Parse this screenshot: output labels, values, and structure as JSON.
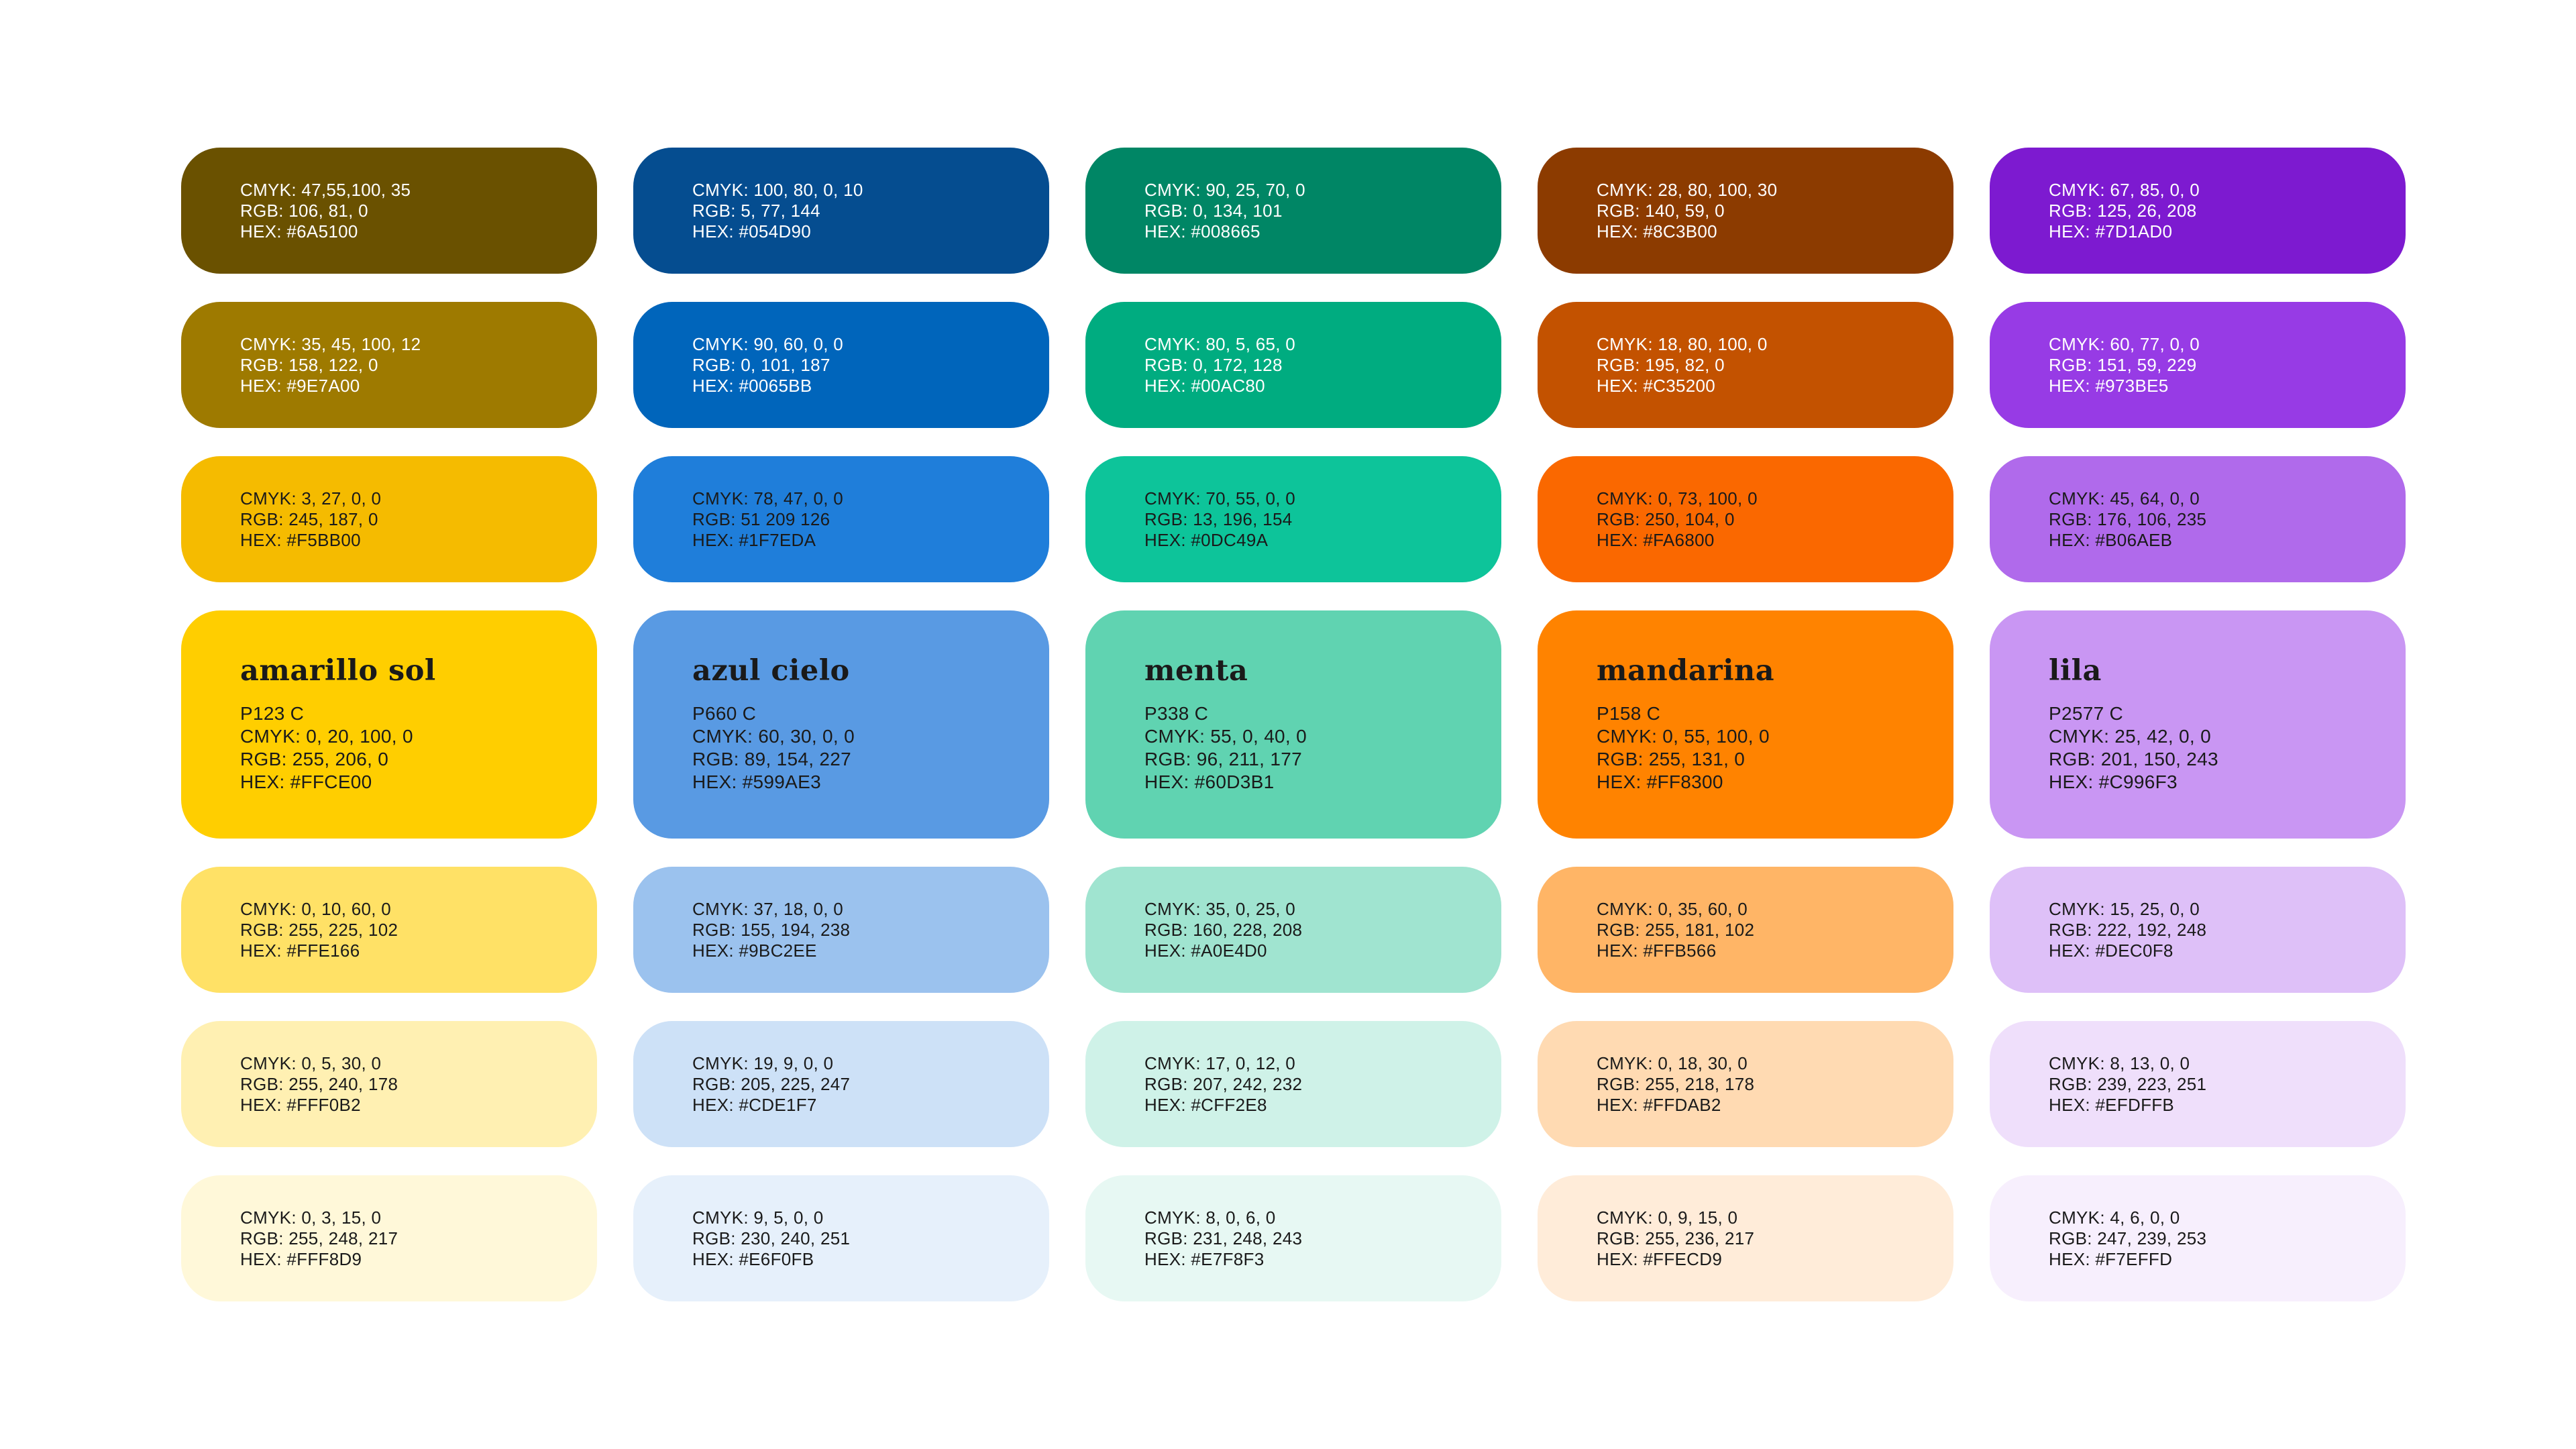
{
  "page": {
    "background": "#FFFFFF"
  },
  "palette": {
    "columns": [
      {
        "name": "amarillo sol",
        "shades": [
          {
            "cmyk": "CMYK: 47,55,100, 35",
            "rgb": "RGB: 106, 81, 0",
            "hex": "HEX: #6A5100",
            "bg": "#6A5100",
            "fg": "#FFFFFF"
          },
          {
            "cmyk": "CMYK: 35, 45, 100, 12",
            "rgb": "RGB: 158, 122, 0",
            "hex": "HEX: #9E7A00",
            "bg": "#9E7A00",
            "fg": "#FFFFFF"
          },
          {
            "cmyk": "CMYK: 3, 27, 0, 0",
            "rgb": "RGB: 245, 187, 0",
            "hex": "HEX: #F5BB00",
            "bg": "#F5BB00",
            "fg": "#1A1A1A"
          }
        ],
        "main": {
          "pantone": "P123 C",
          "cmyk": "CMYK: 0, 20, 100, 0",
          "rgb": "RGB: 255, 206, 0",
          "hex": "HEX: #FFCE00",
          "bg": "#FFCE00",
          "fg": "#1A1A1A"
        },
        "tints": [
          {
            "cmyk": "CMYK: 0, 10, 60, 0",
            "rgb": "RGB: 255, 225, 102",
            "hex": "HEX: #FFE166",
            "bg": "#FFE166",
            "fg": "#1A1A1A"
          },
          {
            "cmyk": "CMYK: 0, 5, 30, 0",
            "rgb": "RGB: 255, 240, 178",
            "hex": "HEX: #FFF0B2",
            "bg": "#FFF0B2",
            "fg": "#1A1A1A"
          },
          {
            "cmyk": "CMYK: 0, 3, 15, 0",
            "rgb": "RGB: 255, 248, 217",
            "hex": "HEX: #FFF8D9",
            "bg": "#FFF8D9",
            "fg": "#1A1A1A"
          }
        ]
      },
      {
        "name": "azul cielo",
        "shades": [
          {
            "cmyk": "CMYK: 100, 80, 0, 10",
            "rgb": "RGB: 5, 77, 144",
            "hex": "HEX: #054D90",
            "bg": "#054D90",
            "fg": "#FFFFFF"
          },
          {
            "cmyk": "CMYK: 90, 60, 0, 0",
            "rgb": "RGB: 0, 101, 187",
            "hex": "HEX: #0065BB",
            "bg": "#0065BB",
            "fg": "#FFFFFF"
          },
          {
            "cmyk": "CMYK: 78, 47, 0, 0",
            "rgb": "RGB: 51 209 126",
            "hex": "HEX: #1F7EDA",
            "bg": "#1F7EDA",
            "fg": "#1A1A1A"
          }
        ],
        "main": {
          "pantone": "P660 C",
          "cmyk": "CMYK: 60, 30, 0, 0",
          "rgb": "RGB: 89, 154, 227",
          "hex": "HEX: #599AE3",
          "bg": "#599AE3",
          "fg": "#1A1A1A"
        },
        "tints": [
          {
            "cmyk": "CMYK: 37, 18, 0, 0",
            "rgb": "RGB: 155, 194, 238",
            "hex": "HEX: #9BC2EE",
            "bg": "#9BC2EE",
            "fg": "#1A1A1A"
          },
          {
            "cmyk": "CMYK: 19, 9, 0, 0",
            "rgb": "RGB: 205, 225, 247",
            "hex": "HEX: #CDE1F7",
            "bg": "#CDE1F7",
            "fg": "#1A1A1A"
          },
          {
            "cmyk": "CMYK: 9, 5, 0, 0",
            "rgb": "RGB: 230, 240, 251",
            "hex": "HEX: #E6F0FB",
            "bg": "#E6F0FB",
            "fg": "#1A1A1A"
          }
        ]
      },
      {
        "name": "menta",
        "shades": [
          {
            "cmyk": "CMYK: 90, 25, 70, 0",
            "rgb": "RGB: 0, 134, 101",
            "hex": "HEX: #008665",
            "bg": "#008665",
            "fg": "#FFFFFF"
          },
          {
            "cmyk": "CMYK: 80, 5, 65, 0",
            "rgb": "RGB: 0, 172, 128",
            "hex": "HEX: #00AC80",
            "bg": "#00AC80",
            "fg": "#FFFFFF"
          },
          {
            "cmyk": "CMYK: 70, 55, 0, 0",
            "rgb": "RGB: 13, 196, 154",
            "hex": "HEX: #0DC49A",
            "bg": "#0DC49A",
            "fg": "#1A1A1A"
          }
        ],
        "main": {
          "pantone": "P338 C",
          "cmyk": "CMYK: 55, 0, 40, 0",
          "rgb": "RGB: 96, 211, 177",
          "hex": "HEX: #60D3B1",
          "bg": "#60D3B1",
          "fg": "#1A1A1A"
        },
        "tints": [
          {
            "cmyk": "CMYK: 35, 0, 25, 0",
            "rgb": "RGB: 160, 228, 208",
            "hex": "HEX: #A0E4D0",
            "bg": "#A0E4D0",
            "fg": "#1A1A1A"
          },
          {
            "cmyk": "CMYK: 17, 0, 12, 0",
            "rgb": "RGB: 207, 242, 232",
            "hex": "HEX: #CFF2E8",
            "bg": "#CFF2E8",
            "fg": "#1A1A1A"
          },
          {
            "cmyk": "CMYK: 8, 0, 6, 0",
            "rgb": "RGB: 231, 248, 243",
            "hex": "HEX: #E7F8F3",
            "bg": "#E7F8F3",
            "fg": "#1A1A1A"
          }
        ]
      },
      {
        "name": "mandarina",
        "shades": [
          {
            "cmyk": "CMYK: 28, 80, 100, 30",
            "rgb": "RGB: 140, 59, 0",
            "hex": "HEX: #8C3B00",
            "bg": "#8C3B00",
            "fg": "#FFFFFF"
          },
          {
            "cmyk": "CMYK: 18, 80, 100, 0",
            "rgb": "RGB: 195, 82, 0",
            "hex": "HEX: #C35200",
            "bg": "#C35200",
            "fg": "#FFFFFF"
          },
          {
            "cmyk": "CMYK: 0, 73, 100, 0",
            "rgb": "RGB: 250, 104, 0",
            "hex": "HEX: #FA6800",
            "bg": "#FA6800",
            "fg": "#1A1A1A"
          }
        ],
        "main": {
          "pantone": "P158 C",
          "cmyk": "CMYK: 0, 55, 100, 0",
          "rgb": "RGB: 255, 131, 0",
          "hex": "HEX: #FF8300",
          "bg": "#FF8300",
          "fg": "#1A1A1A"
        },
        "tints": [
          {
            "cmyk": "CMYK: 0, 35, 60, 0",
            "rgb": "RGB: 255, 181, 102",
            "hex": "HEX: #FFB566",
            "bg": "#FFB566",
            "fg": "#1A1A1A"
          },
          {
            "cmyk": "CMYK: 0, 18, 30, 0",
            "rgb": "RGB: 255, 218, 178",
            "hex": "HEX: #FFDAB2",
            "bg": "#FFDAB2",
            "fg": "#1A1A1A"
          },
          {
            "cmyk": "CMYK: 0, 9, 15, 0",
            "rgb": "RGB: 255, 236, 217",
            "hex": "HEX: #FFECD9",
            "bg": "#FFECD9",
            "fg": "#1A1A1A"
          }
        ]
      },
      {
        "name": "lila",
        "shades": [
          {
            "cmyk": "CMYK: 67, 85, 0, 0",
            "rgb": "RGB: 125, 26, 208",
            "hex": "HEX: #7D1AD0",
            "bg": "#7D1AD0",
            "fg": "#FFFFFF"
          },
          {
            "cmyk": "CMYK: 60, 77, 0, 0",
            "rgb": "RGB: 151, 59, 229",
            "hex": "HEX: #973BE5",
            "bg": "#973BE5",
            "fg": "#FFFFFF"
          },
          {
            "cmyk": "CMYK: 45, 64, 0, 0",
            "rgb": "RGB: 176, 106, 235",
            "hex": "HEX: #B06AEB",
            "bg": "#B06AEB",
            "fg": "#1A1A1A"
          }
        ],
        "main": {
          "pantone": "P2577 C",
          "cmyk": "CMYK: 25, 42, 0, 0",
          "rgb": "RGB: 201, 150, 243",
          "hex": "HEX: #C996F3",
          "bg": "#C996F3",
          "fg": "#1A1A1A"
        },
        "tints": [
          {
            "cmyk": "CMYK: 15, 25, 0, 0",
            "rgb": "RGB: 222, 192, 248",
            "hex": "HEX: #DEC0F8",
            "bg": "#DEC0F8",
            "fg": "#1A1A1A"
          },
          {
            "cmyk": "CMYK: 8, 13, 0, 0",
            "rgb": "RGB: 239, 223, 251",
            "hex": "HEX: #EFDFFB",
            "bg": "#EFDFFB",
            "fg": "#1A1A1A"
          },
          {
            "cmyk": "CMYK: 4, 6, 0, 0",
            "rgb": "RGB: 247, 239, 253",
            "hex": "HEX: #F7EFFD",
            "bg": "#F7EFFD",
            "fg": "#1A1A1A"
          }
        ]
      }
    ]
  }
}
